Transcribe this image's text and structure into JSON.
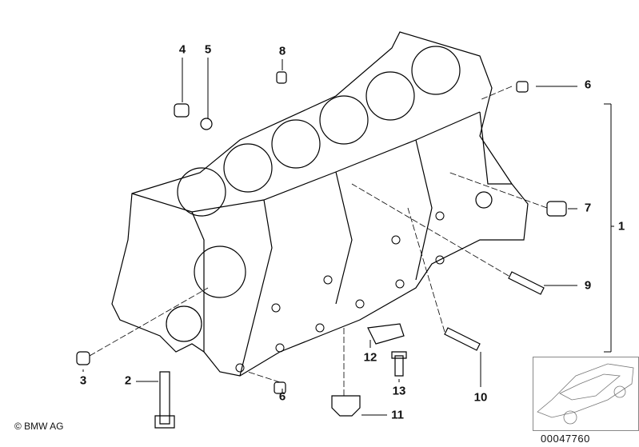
{
  "diagram": {
    "title": "Engine block",
    "labels": [
      {
        "id": "4",
        "text": "4"
      },
      {
        "id": "5",
        "text": "5"
      },
      {
        "id": "8",
        "text": "8"
      },
      {
        "id": "6a",
        "text": "6"
      },
      {
        "id": "7",
        "text": "7"
      },
      {
        "id": "1",
        "text": "1"
      },
      {
        "id": "9",
        "text": "9"
      },
      {
        "id": "3",
        "text": "3"
      },
      {
        "id": "2",
        "text": "2"
      },
      {
        "id": "6b",
        "text": "6"
      },
      {
        "id": "12",
        "text": "12"
      },
      {
        "id": "13",
        "text": "13"
      },
      {
        "id": "10",
        "text": "10"
      },
      {
        "id": "11",
        "text": "11"
      }
    ],
    "copyright": "© BMW AG",
    "image_number": "00047760"
  }
}
